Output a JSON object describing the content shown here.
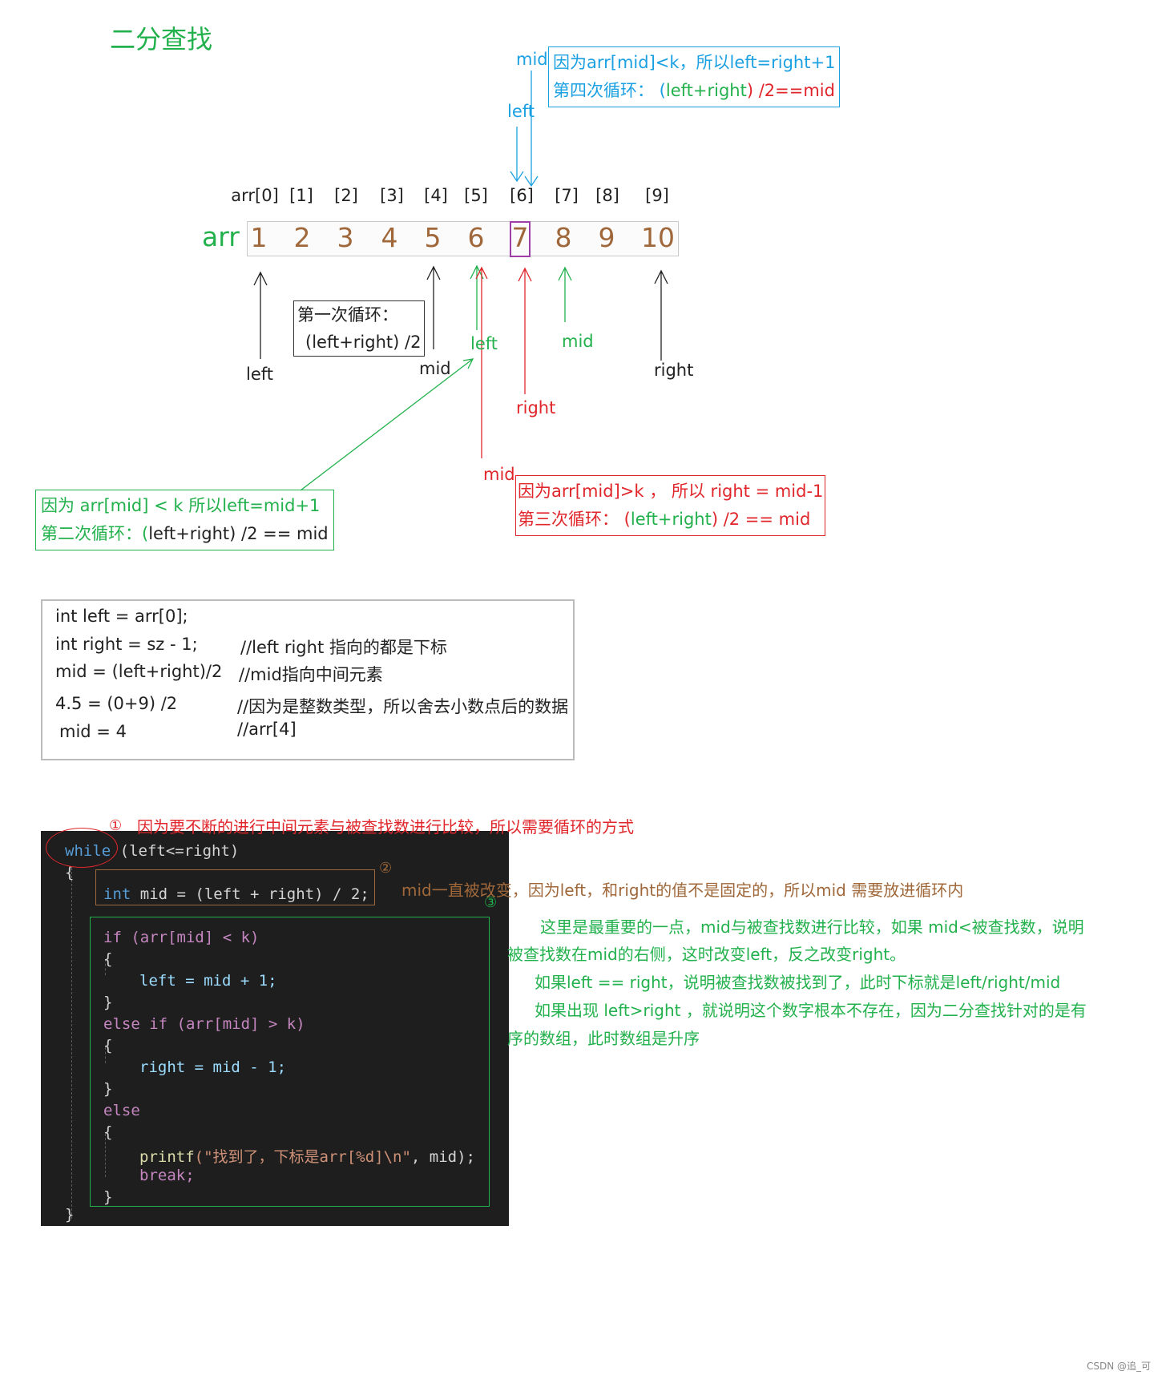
{
  "title": "二分查找",
  "array": {
    "name": "arr",
    "indices": [
      "arr[0]",
      "[1]",
      "[2]",
      "[3]",
      "[4]",
      "[5]",
      "[6]",
      "[7]",
      "[8]",
      "[9]"
    ],
    "values": [
      "1",
      "2",
      "3",
      "4",
      "5",
      "6",
      "7",
      "8",
      "9",
      "10"
    ],
    "highlight_index": 6
  },
  "pointers": {
    "step1_left": "left",
    "step1_mid": "mid",
    "step1_right": "right",
    "step2_left": "left",
    "step2_mid": "mid",
    "step3_right": "right",
    "step3_mid": "mid",
    "step4_left": "left",
    "step4_mid": "mid"
  },
  "notes": {
    "step1": {
      "line1": "第一次循环：",
      "line2": "(left+right) /2"
    },
    "step2": {
      "line1": "因为 arr[mid] < k  所以left=mid+1",
      "line2_a": "第二次循环：(",
      "line2_b": "left+right) /2 == mid"
    },
    "step3": {
      "line1": "因为arr[mid]>k ， 所以 right = mid-1",
      "line2_a": "第三次循环：  (",
      "line2_b": "left+right",
      "line2_c": ") /2 == mid"
    },
    "step4": {
      "line1": "因为arr[mid]<k，所以left=right+1",
      "line2_a": "第四次循环：  (",
      "line2_b": "left+right",
      "line2_c": ") /2==mid"
    }
  },
  "info": {
    "rows": [
      {
        "code": "int left = arr[0];",
        "comment": ""
      },
      {
        "code": "int right = sz - 1;",
        "comment": "//left  right 指向的都是下标"
      },
      {
        "code": "mid = (left+right)/2",
        "comment": "//mid指向中间元素"
      },
      {
        "code": "4.5 =  (0+9) /2",
        "comment": "//因为是整数类型，所以舍去小数点后的数据"
      },
      {
        "code": "mid = 4",
        "comment": "//arr[4]"
      }
    ]
  },
  "code": {
    "while_kw": "while",
    "while_cond": " (left<=right)",
    "open_brace": "{",
    "close_brace": "}",
    "decl_type": "int",
    "decl_rest": " mid = (left + right) / 2;",
    "if_line": "if (arr[mid] < k)",
    "if_open": "{",
    "if_body": "left = mid + 1;",
    "if_close": "}",
    "elseif_line": "else if (arr[mid] > k)",
    "elseif_open": "{",
    "elseif_body": "right = mid - 1;",
    "elseif_close": "}",
    "else_line": "else",
    "else_open": "{",
    "printf_fn": "printf",
    "printf_str": "(\"找到了，下标是arr[%d]\\n\"",
    "printf_rest": ", mid);",
    "break_line": "break;",
    "else_close": "}"
  },
  "annotations": {
    "marker1": "①",
    "text1": "因为要不断的进行中间元素与被查找数进行比较，所以需要循环的方式",
    "marker2": "②",
    "text2": "mid一直被改变，因为left，和right的值不是固定的，所以mid 需要放进循环内",
    "marker3": "③",
    "text3_lines": [
      "这里是最重要的一点，mid与被查找数进行比较，如果  mid<被查找数，说明",
      "被查找数在mid的右侧，这时改变left，反之改变right。",
      "如果left == right，说明被查找数被找到了，此时下标就是left/right/mid",
      "如果出现 left>right ，就说明这个数字根本不存在，因为二分查找针对的是有",
      "序的数组，此时数组是升序"
    ]
  },
  "watermark": "CSDN @追_可",
  "colors": {
    "green": "#22b14c",
    "red": "#e0262b",
    "blue": "#1ba0e2",
    "brown": "#a0683a",
    "purple": "#9e3ea8",
    "code_bg": "#1e1e1e"
  }
}
